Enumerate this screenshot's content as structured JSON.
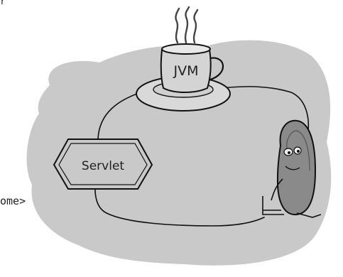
{
  "diagram": {
    "mug_label": "JVM",
    "servlet_label": "Servlet",
    "fragment_top": "r",
    "fragment_left": "ome>"
  }
}
